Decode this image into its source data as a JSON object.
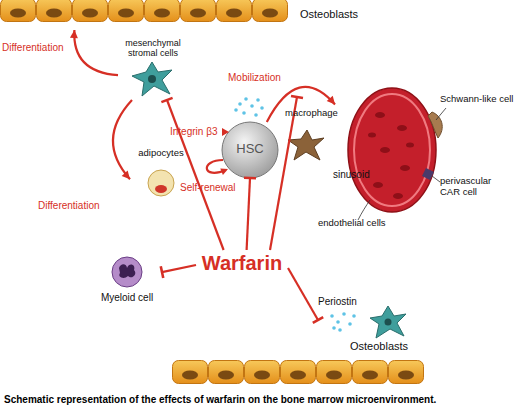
{
  "diagram": {
    "caption": "Schematic representation of the effects of warfarin on the bone marrow microenvironment.",
    "nodes": [
      {
        "text": [
          "Osteoblasts"
        ]
      },
      {
        "text": [
          "mesenchymal stromal cells"
        ]
      },
      {
        "text": [
          "adipocytes"
        ]
      },
      {
        "text": [
          "HSC"
        ]
      },
      {
        "text": [
          "macrophage"
        ]
      },
      {
        "text": [
          "sinusoid"
        ]
      },
      {
        "text": [
          "Warfarin"
        ]
      },
      {
        "text": [
          "Myeloid cell"
        ]
      },
      {
        "text": [
          "Periostin"
        ]
      },
      {
        "text": [
          "Osteoblasts"
        ]
      }
    ],
    "edges": [
      {
        "from": 1,
        "to": 0,
        "label": "Differentiation",
        "arrow": "to"
      },
      {
        "from": 1,
        "to": 2,
        "label": "Differentiation",
        "arrow": "to"
      },
      {
        "from": 6,
        "to": 1,
        "arrow": "to"
      },
      {
        "from": 6,
        "to": 3,
        "arrow": "to"
      },
      {
        "from": 6,
        "to": 7,
        "arrow": "to"
      },
      {
        "from": 6,
        "to": 8,
        "arrow": "to"
      },
      {
        "from": 3,
        "to": 5,
        "label": "Mobilization",
        "arrow": "to"
      }
    ],
    "labels": [
      "Integrin β3",
      "Self-renewal",
      "Schwann-like cell",
      "endothelial cells",
      "perivascular CAR cell"
    ]
  }
}
